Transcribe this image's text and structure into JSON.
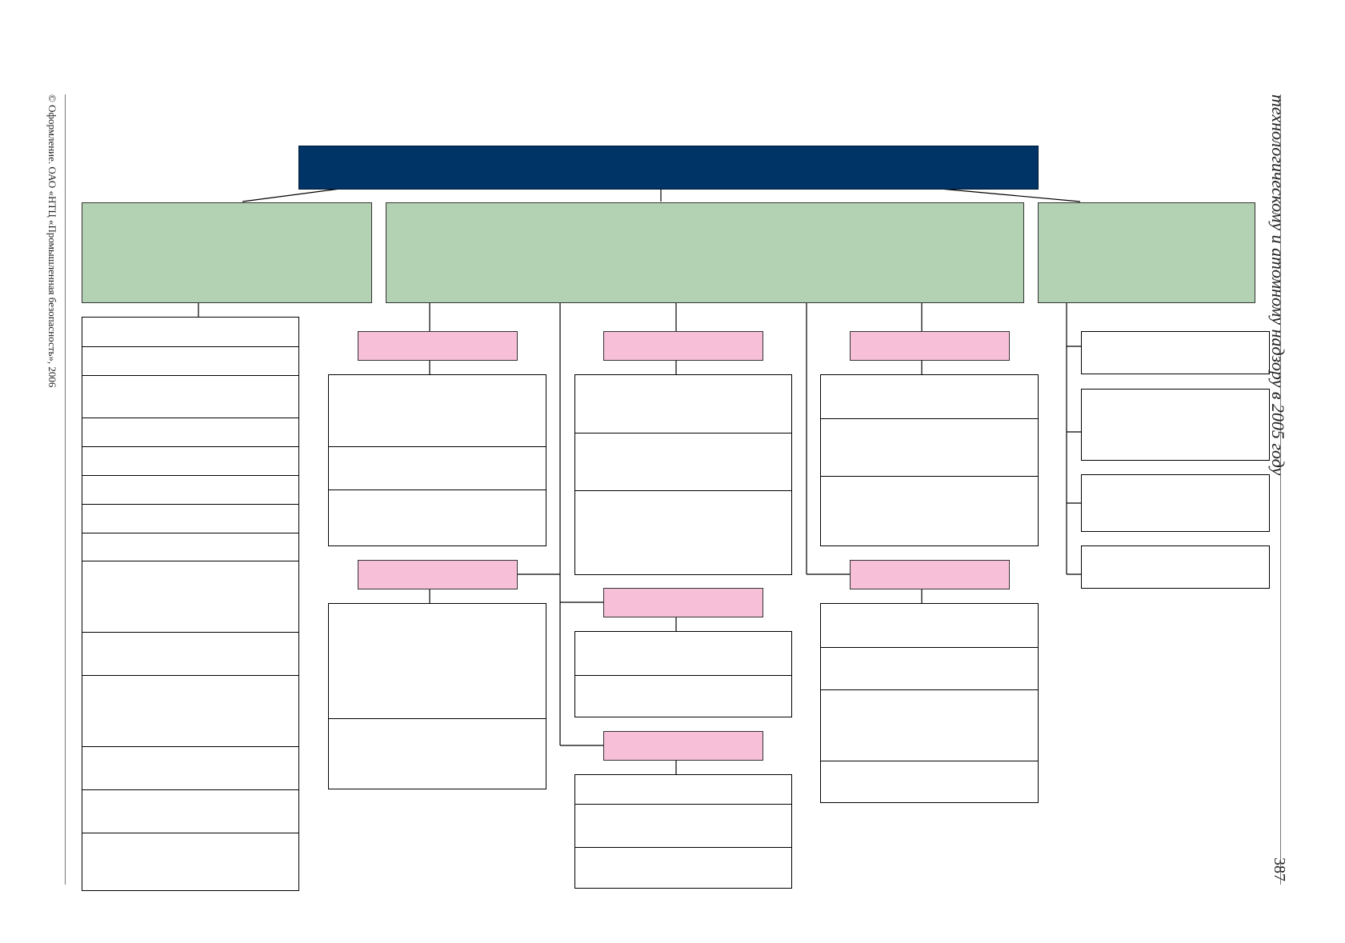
{
  "header": {
    "running_title": "технологическому и атомному надзору в 2005 году",
    "page_number": "387"
  },
  "footer": {
    "copyright": "© Оформление. ОАО «НТЦ «Промышленная безопасность», 2006"
  },
  "colors": {
    "top_box": "#003366",
    "level2_box": "#b3d1b3",
    "level3_box": "#f7c0d8",
    "leaf_box": "#ffffff"
  }
}
